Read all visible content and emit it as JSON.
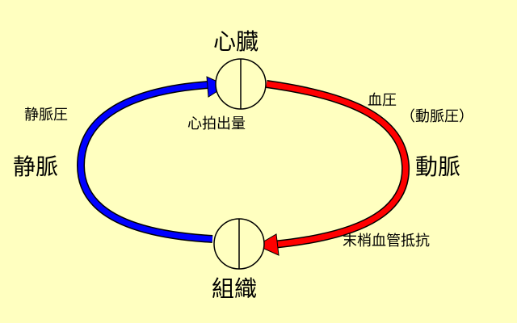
{
  "nodes": {
    "heart": {
      "label": "心臓"
    },
    "tissue": {
      "label": "組織"
    }
  },
  "labels": {
    "cardiac_output": "心拍出量",
    "blood_pressure": "血圧",
    "arterial_pressure": "（動脈圧）",
    "artery": "動脈",
    "peripheral_resistance": "末梢血管抵抗",
    "vein": "静脈",
    "venous_pressure": "静脈圧"
  },
  "colors": {
    "background": "#ffffc0",
    "artery": "#ff0000",
    "vein": "#0000ff",
    "node_fill": "#ffffc0",
    "outline": "#000000"
  },
  "icons": {
    "artery_arrow": "arrow-head-left",
    "vein_arrow": "arrow-head-right"
  }
}
